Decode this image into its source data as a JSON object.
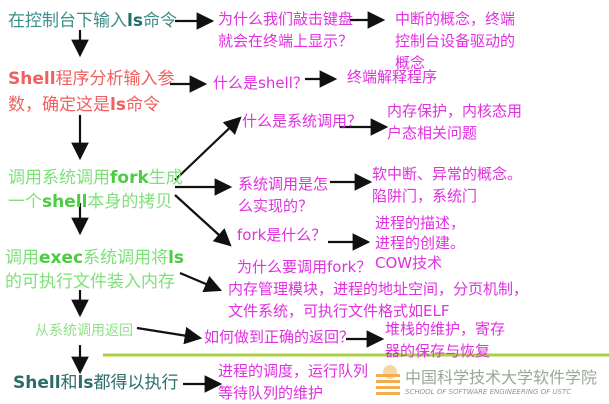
{
  "steps": {
    "s1": {
      "a": "在控制台下输入",
      "kw": "ls",
      "b": "命令"
    },
    "s2": {
      "kw1": "Shell",
      "a": "程序分析输入参",
      "b": "数，确定这是",
      "kw2": "ls",
      "c": "命令"
    },
    "s3": {
      "a": "调用系统调用",
      "kw1": "fork",
      "b": "生成",
      "c": "一个",
      "kw2": "shell",
      "d": "本身的拷贝"
    },
    "s4": {
      "a": "调用",
      "kw1": "exec",
      "b": "系统调用将",
      "kw2": "ls",
      "c": "的可执行文件装入内存"
    },
    "s5": {
      "a": "从系统调用返回"
    },
    "s6": {
      "kw1": "Shell",
      "a": "和",
      "kw2": "ls",
      "b": "都得以执行"
    }
  },
  "questions": {
    "q1": [
      "为什么我们敲击键盘",
      "就会在终端上显示？"
    ],
    "q2": "什么是shell？",
    "q3": "什么是系统调用？",
    "q4": [
      "系统调用是怎",
      "么实现的？"
    ],
    "q5": "fork是什么？",
    "q6": "为什么要调用fork？",
    "q7": "如何做到正确的返回？"
  },
  "answers": {
    "a1": [
      "中断的概念，终端",
      "控制台设备驱动的",
      "概念"
    ],
    "a2": "终端解释程序",
    "a3": [
      "内存保护，内核态用",
      "户态相关问题"
    ],
    "a4": [
      "软中断、异常的概念。",
      "陷阱门，系统门"
    ],
    "a5": [
      "进程的描述，",
      "进程的创建。",
      "COW技术"
    ],
    "a6": [
      "内存管理模块，进程的地址空间，分页机制，",
      "文件系统，可执行文件格式如ELF"
    ],
    "a7": [
      "堆栈的维护，寄存",
      "器的保存与恢复"
    ],
    "a8": [
      "进程的调度，运行队列",
      "等待队列的维护"
    ]
  },
  "logo": {
    "cn": "中国科学技术大学软件学院",
    "en": "SCHOOL OF SOFTWARE ENGINEERING OF USTC"
  },
  "colors": {
    "question": "#e030e0",
    "step1": "#3a8f8a",
    "step2": "#f06060",
    "step3": "#7fe07a",
    "step6": "#2a6e6a",
    "divider": "#a8d040"
  }
}
